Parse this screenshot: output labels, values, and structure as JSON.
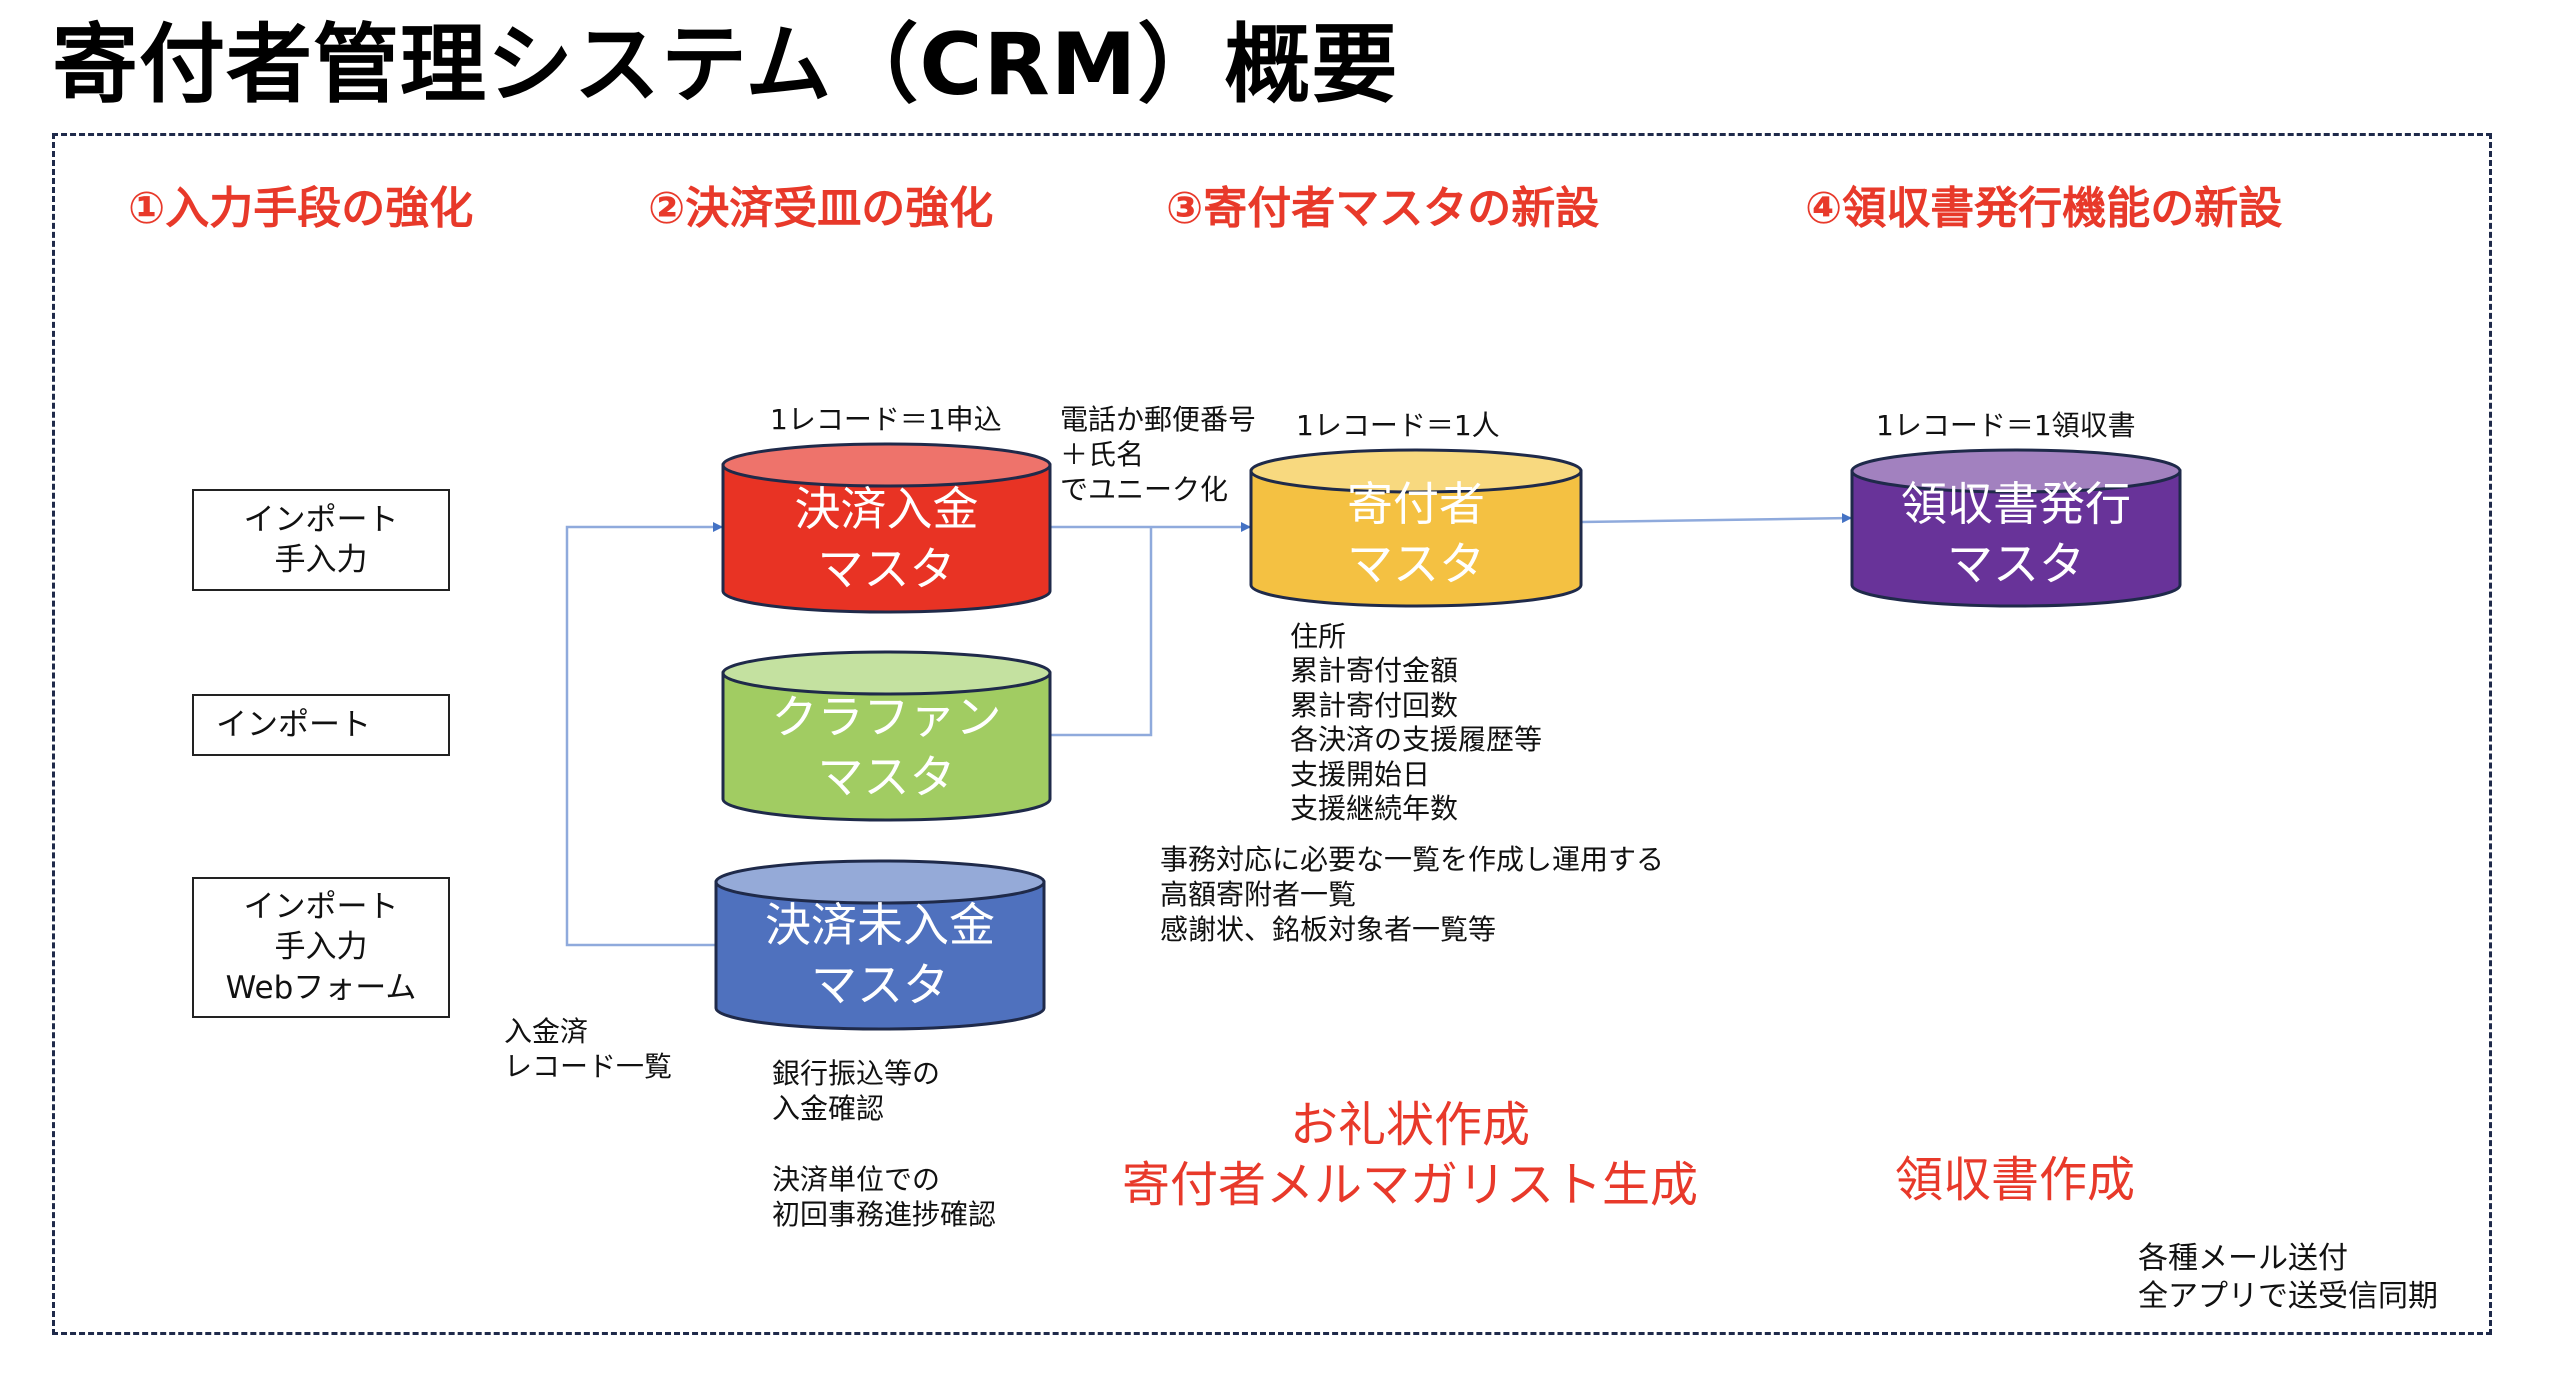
{
  "title": "寄付者管理システム（CRM）概要",
  "headings": [
    "①入力手段の強化",
    "②決済受皿の強化",
    "③寄付者マスタの新設",
    "④領収書発行機能の新設"
  ],
  "input_boxes": [
    {
      "lines": [
        "インポート",
        "手入力"
      ]
    },
    {
      "lines": [
        "インポート"
      ]
    },
    {
      "lines": [
        "インポート",
        "手入力",
        "Webフォーム"
      ]
    }
  ],
  "databases": {
    "payment_received": {
      "lines": [
        "決済入金",
        "マスタ"
      ],
      "record_label": "1レコード＝1申込",
      "color": "#e83324",
      "top_color": "#ee736b"
    },
    "crowdfunding": {
      "lines": [
        "クラファン",
        "マスタ"
      ],
      "color": "#a1cc62",
      "top_color": "#c4e1a0"
    },
    "payment_pending": {
      "lines": [
        "決済未入金",
        "マスタ"
      ],
      "color": "#4f71be",
      "top_color": "#95aad8"
    },
    "donor": {
      "lines": [
        "寄付者",
        "マスタ"
      ],
      "record_label": "1レコード＝1人",
      "color": "#f4c142",
      "top_color": "#f8d97f"
    },
    "receipt": {
      "lines": [
        "領収書発行",
        "マスタ"
      ],
      "record_label": "1レコード＝1領収書",
      "color": "#683399",
      "top_color": "#a281bf"
    }
  },
  "edge_colors": {
    "stroke": "#8faadc",
    "arrow": "#4472c4",
    "outline": "#1f2a4a",
    "accent_red": "#e8392a"
  },
  "unique_key_note": [
    "電話か郵便番号",
    "＋氏名",
    "でユニーク化"
  ],
  "donor_fields": [
    "住所",
    "累計寄付金額",
    "累計寄付回数",
    "各決済の支援履歴等",
    "支援開始日",
    "支援継続年数"
  ],
  "operations_note": [
    "事務対応に必要な一覧を作成し運用する",
    "高額寄附者一覧",
    "感謝状、銘板対象者一覧等"
  ],
  "paid_records_note": [
    "入金済",
    "レコード一覧"
  ],
  "bank_note": [
    "銀行振込等の",
    "入金確認"
  ],
  "progress_note": [
    "決済単位での",
    "初回事務進捗確認"
  ],
  "donor_outputs": [
    "お礼状作成",
    "寄付者メルマガリスト生成"
  ],
  "receipt_output": "領収書作成",
  "mail_note": [
    "各種メール送付",
    "全アプリで送受信同期"
  ]
}
